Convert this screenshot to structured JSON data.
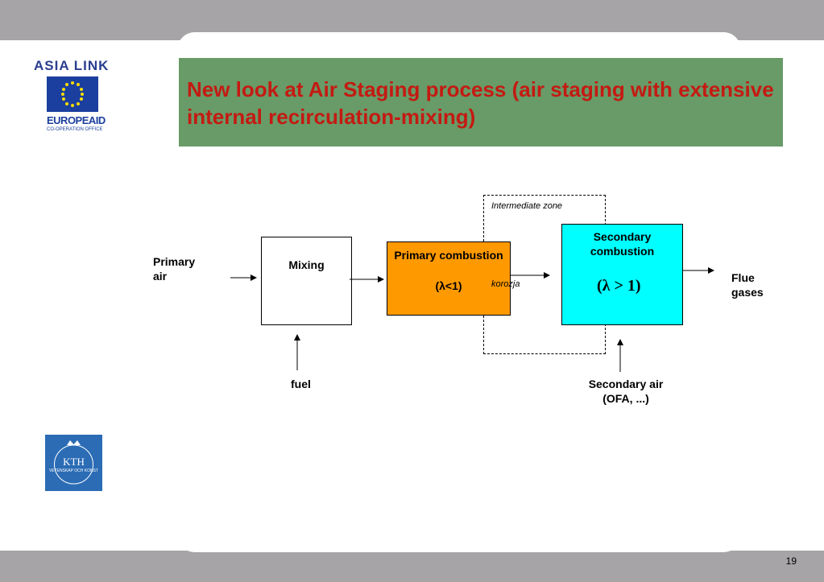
{
  "slide": {
    "title": "New look at Air Staging process (air staging with extensive internal recirculation-mixing)",
    "page_number": "19"
  },
  "logos": {
    "asia_link": "ASIA LINK",
    "europe_aid": "EUROPEAID",
    "coop_office": "CO-OPERATION OFFICE",
    "kth": "KTH",
    "kth_sub": "VETENSKAP OCH KONST"
  },
  "diagram": {
    "primary_air": "Primary air",
    "fuel": "fuel",
    "mixing": "Mixing",
    "primary_combustion": "Primary combustion",
    "primary_lambda": "(λ<1)",
    "intermediate_zone": "Intermediate zone",
    "korozja": "korozja",
    "secondary_combustion": "Secondary combustion",
    "secondary_lambda": "(λ > 1)",
    "secondary_air": "Secondary air (OFA, ...)",
    "flue_gases": "Flue gases"
  },
  "colors": {
    "title_bg": "#689b68",
    "title_text": "#c41a12",
    "primary_box": "#ff9900",
    "secondary_box": "#00ffff"
  }
}
